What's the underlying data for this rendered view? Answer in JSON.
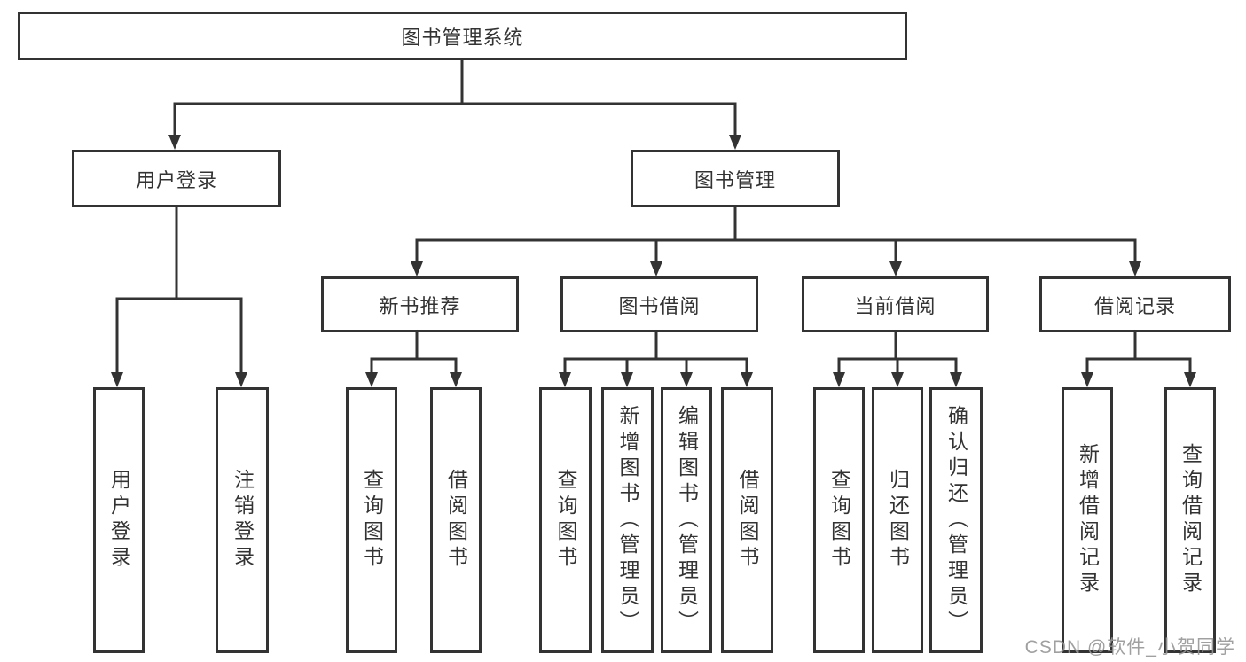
{
  "tree": {
    "label": "图书管理系统",
    "children": [
      {
        "label": "用户登录",
        "children": [
          {
            "label": "用户登录"
          },
          {
            "label": "注销登录"
          }
        ]
      },
      {
        "label": "图书管理",
        "children": [
          {
            "label": "新书推荐",
            "children": [
              {
                "label": "查询图书"
              },
              {
                "label": "借阅图书"
              }
            ]
          },
          {
            "label": "图书借阅",
            "children": [
              {
                "label": "查询图书"
              },
              {
                "label": "新增图书（管理员）"
              },
              {
                "label": "编辑图书（管理员）"
              },
              {
                "label": "借阅图书"
              }
            ]
          },
          {
            "label": "当前借阅",
            "children": [
              {
                "label": "查询图书"
              },
              {
                "label": "归还图书"
              },
              {
                "label": "确认归还（管理员）"
              }
            ]
          },
          {
            "label": "借阅记录",
            "children": [
              {
                "label": "新增借阅记录"
              },
              {
                "label": "查询借阅记录"
              }
            ]
          }
        ]
      }
    ]
  },
  "watermark": "CSDN @软件_小贺同学",
  "colors": {
    "line": "#333333",
    "text": "#333333",
    "box_background": "#ffffff",
    "page_background": "#ffffff",
    "watermark": "#969696"
  }
}
